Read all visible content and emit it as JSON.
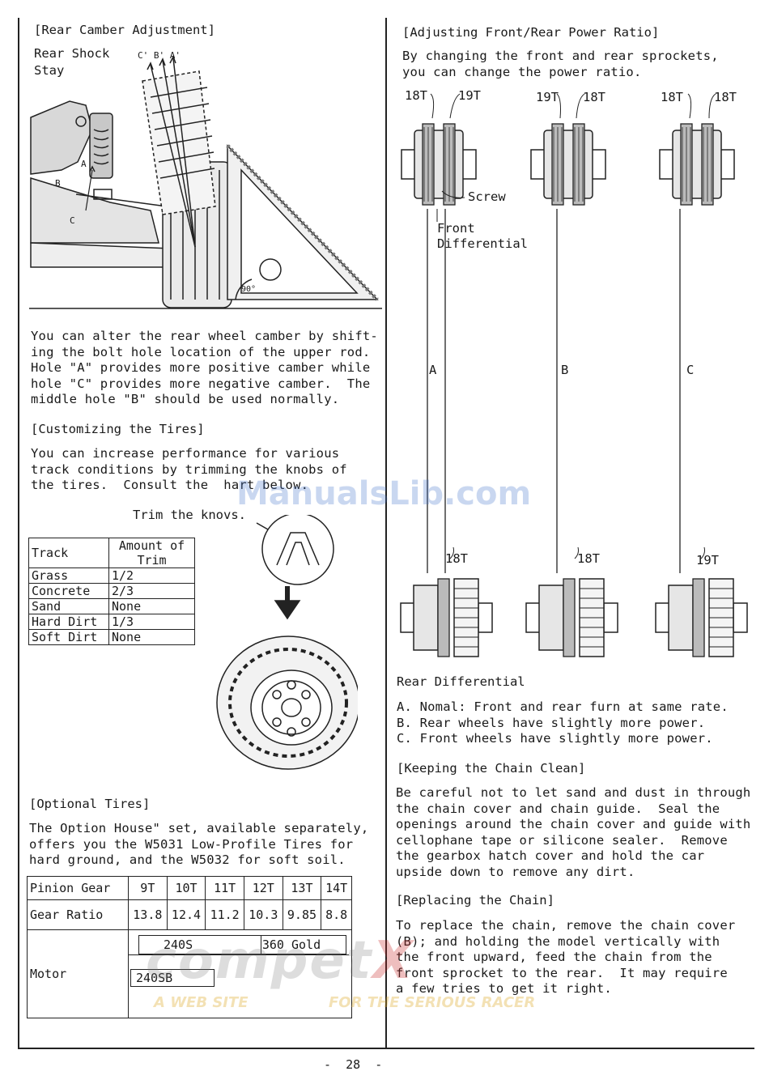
{
  "left": {
    "camber": {
      "heading": "[Rear Camber Adjustment]",
      "label_shock": "Rear Shock\nStay",
      "label_top": "C' B' A'",
      "label_a": "A",
      "label_b": "B",
      "label_c": "C",
      "label_angle": "90°",
      "body": "You can alter the rear wheel camber by shift-\ning the bolt hole location of the upper rod.\nHole \"A\" provides more positive camber while\nhole \"C\" provides more negative camber.  The\nmiddle hole \"B\" should be used normally."
    },
    "tires": {
      "heading": "[Customizing the Tires]",
      "body": "You can increase performance for various\ntrack conditions by trimming the knobs of\nthe tires.  Consult the  hart below.",
      "trim_label": "Trim the knovs.",
      "table_headers": [
        "Track",
        "Amount of\nTrim"
      ],
      "rows": [
        [
          "Grass",
          "1/2"
        ],
        [
          "Concrete",
          "2/3"
        ],
        [
          "Sand",
          "None"
        ],
        [
          "Hard Dirt",
          "1/3"
        ],
        [
          "Soft Dirt",
          "None"
        ]
      ]
    },
    "optional": {
      "heading": "[Optional Tires]",
      "body": "The Option House\" set, available separately,\noffers you the W5031 Low-Profile Tires for\nhard ground, and the W5032 for soft soil.",
      "row_pinion_label": "Pinion Gear",
      "pinion": [
        "9T",
        "10T",
        "11T",
        "12T",
        "13T",
        "14T"
      ],
      "row_ratio_label": "Gear Ratio",
      "ratio": [
        "13.8",
        "12.4",
        "11.2",
        "10.3",
        "9.85",
        "8.8"
      ],
      "row_motor_label": "Motor",
      "motor_240s": "240S",
      "motor_360": "360 Gold",
      "motor_240sb": "240SB"
    }
  },
  "right": {
    "power": {
      "heading": "[Adjusting Front/Rear Power Ratio]",
      "body": "By changing the front and rear sprockets,\nyou can change the power ratio.",
      "a_top_left": "18T",
      "a_top_right": "19T",
      "b_top_left": "19T",
      "b_top_right": "18T",
      "c_top_left": "18T",
      "c_top_right": "18T",
      "screw": "Screw",
      "front_diff": "Front\nDifferential",
      "chain_a": "A",
      "chain_b": "B",
      "chain_c": "C",
      "a_bottom": "18T",
      "b_bottom": "18T",
      "c_bottom": "19T",
      "rear_diff": "Rear Differential",
      "notes": "A. Nomal: Front and rear furn at same rate.\nB. Rear wheels have slightly more power.\nC. Front wheels have slightly more power."
    },
    "chain_clean": {
      "heading": "[Keeping the Chain Clean]",
      "body": "Be careful not to let sand and dust in through\nthe chain cover and chain guide.  Seal the\nopenings around the chain cover and guide with\ncellophane tape or silicone sealer.  Remove\nthe gearbox hatch cover and hold the car\nupside down to remove any dirt."
    },
    "replace": {
      "heading": "[Replacing the Chain]",
      "body": "To replace the chain, remove the chain cover\n(B); and holding the model vertically with\nthe front upward, feed the chain from the\nfront sprocket to the rear.  It may require\na few tries to get it right."
    }
  },
  "page_number": "-  28  -",
  "watermark": {
    "main": "ManualsLib.com",
    "comp_logo": "compet",
    "comp_x": "X",
    "tagline_left": "A WEB SITE",
    "tagline_right": "FOR THE SERIOUS RACER"
  }
}
